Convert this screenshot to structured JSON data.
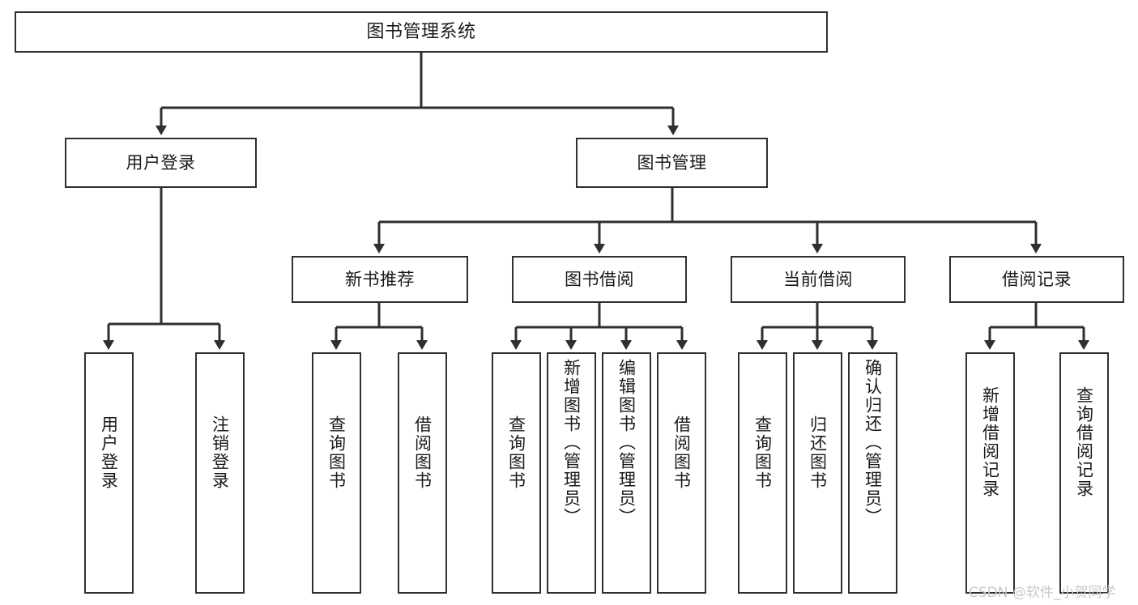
{
  "diagram": {
    "title": "图书管理系统",
    "type": "hierarchy-tree",
    "background": "#ffffff",
    "line_color": "#2f2f2f",
    "text_color": "#1a1a1a",
    "watermark": "CSDN @软件_小贺同学"
  },
  "nodes": {
    "root": {
      "label": "图书管理系统"
    },
    "level1": [
      {
        "label": "用户登录"
      },
      {
        "label": "图书管理"
      }
    ],
    "level2": [
      {
        "label": "新书推荐"
      },
      {
        "label": "图书借阅"
      },
      {
        "label": "当前借阅"
      },
      {
        "label": "借阅记录"
      }
    ],
    "leaves": {
      "user_login": [
        {
          "label": "用户登录"
        },
        {
          "label": "注销登录"
        }
      ],
      "new_book_recommend": [
        {
          "label": "查询图书"
        },
        {
          "label": "借阅图书"
        }
      ],
      "book_borrow": [
        {
          "label": "查询图书"
        },
        {
          "label": "新增图书（管理员）"
        },
        {
          "label": "编辑图书（管理员）"
        },
        {
          "label": "借阅图书"
        }
      ],
      "current_borrow": [
        {
          "label": "查询图书"
        },
        {
          "label": "归还图书"
        },
        {
          "label": "确认归还（管理员）"
        }
      ],
      "borrow_record": [
        {
          "label": "新增借阅记录"
        },
        {
          "label": "查询借阅记录"
        }
      ]
    }
  },
  "chart_data": {
    "type": "table",
    "title": "图书管理系统 功能结构图",
    "tree": {
      "name": "图书管理系统",
      "children": [
        {
          "name": "用户登录",
          "children": [
            {
              "name": "用户登录"
            },
            {
              "name": "注销登录"
            }
          ]
        },
        {
          "name": "图书管理",
          "children": [
            {
              "name": "新书推荐",
              "children": [
                {
                  "name": "查询图书"
                },
                {
                  "name": "借阅图书"
                }
              ]
            },
            {
              "name": "图书借阅",
              "children": [
                {
                  "name": "查询图书"
                },
                {
                  "name": "新增图书（管理员）"
                },
                {
                  "name": "编辑图书（管理员）"
                },
                {
                  "name": "借阅图书"
                }
              ]
            },
            {
              "name": "当前借阅",
              "children": [
                {
                  "name": "查询图书"
                },
                {
                  "name": "归还图书"
                },
                {
                  "name": "确认归还（管理员）"
                }
              ]
            },
            {
              "name": "借阅记录",
              "children": [
                {
                  "name": "新增借阅记录"
                },
                {
                  "name": "查询借阅记录"
                }
              ]
            }
          ]
        }
      ]
    }
  }
}
